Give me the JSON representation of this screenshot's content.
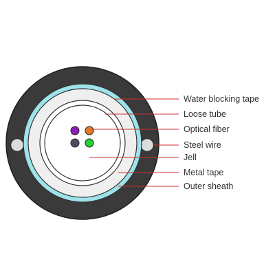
{
  "diagram": {
    "labels": {
      "water_blocking_tape": "Water blocking tape",
      "loose_tube": "Loose tube",
      "optical_fiber": "Optical fiber",
      "steel_wire": "Steel wire",
      "jell": "Jell",
      "metal_tape": "Metal tape",
      "outer_sheath": "Outer sheath"
    },
    "colors": {
      "outer_sheath": "#3a3a3a",
      "metal_tape": "#9fe3ea",
      "water_blocking_tape": "#efefef",
      "loose_tube": "#ffffff",
      "steel_wire": "#dcdcdc",
      "leader_line": "#c9302c",
      "fiber_purple": "#8b1fb4",
      "fiber_orange": "#e07a2a",
      "fiber_slate": "#4a4e63",
      "fiber_green": "#27cf3a"
    }
  }
}
